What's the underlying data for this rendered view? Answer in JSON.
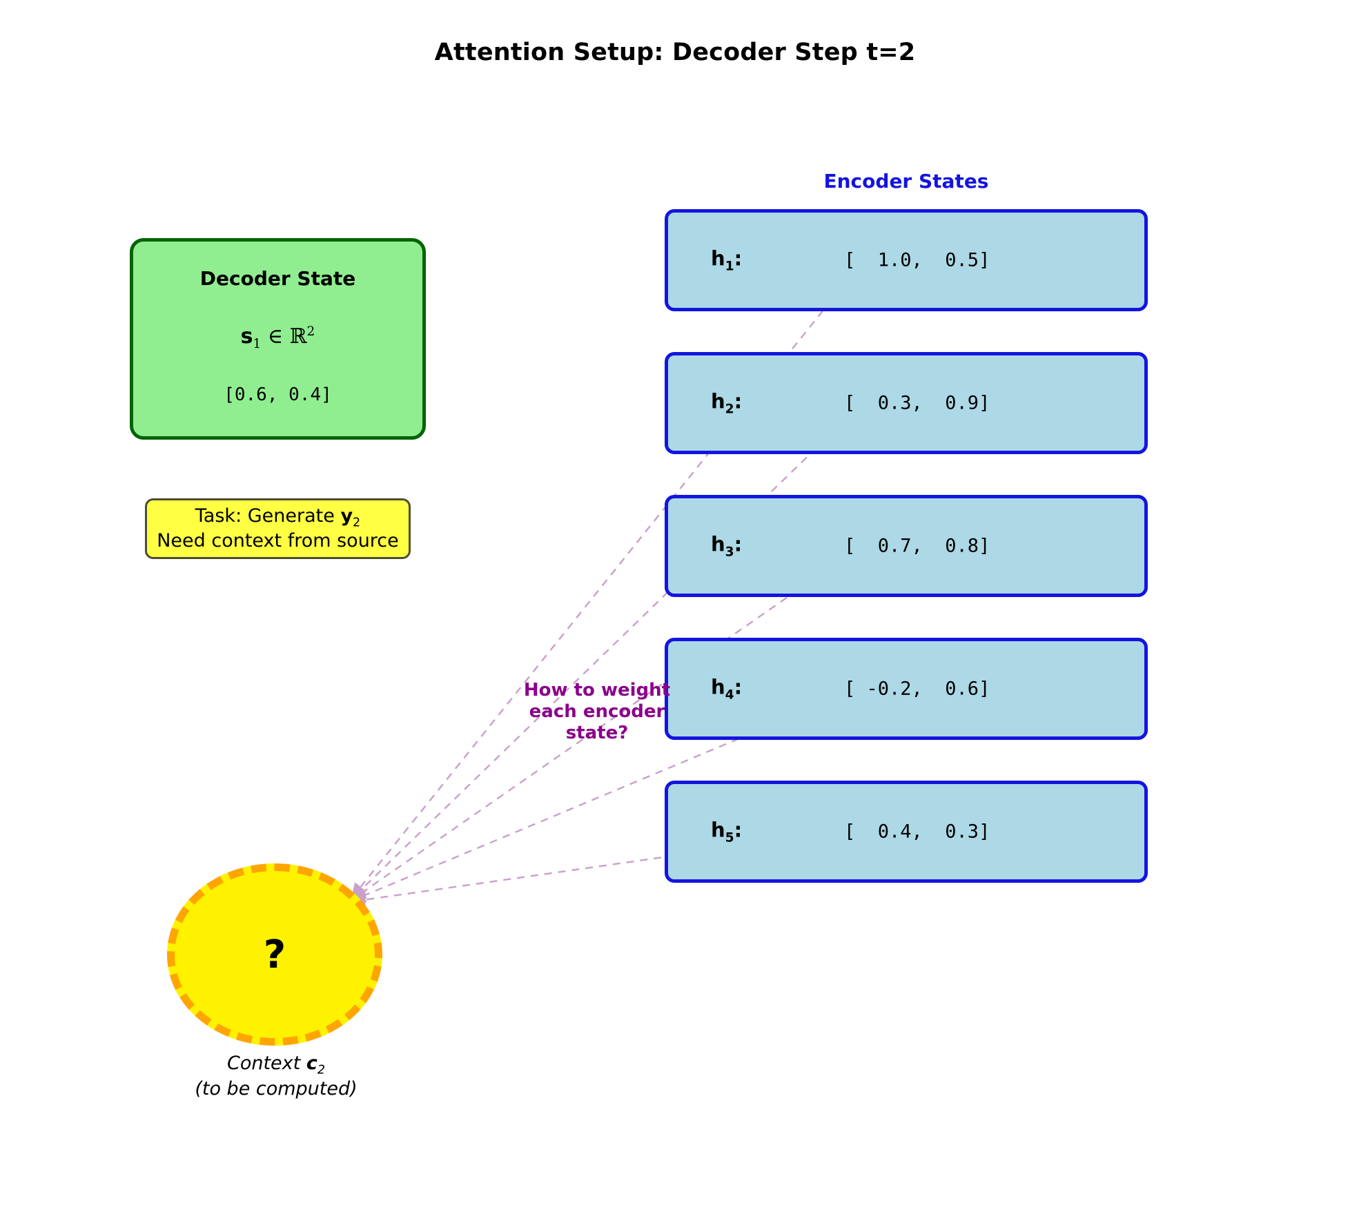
{
  "title": "Attention Setup: Decoder Step t=2",
  "colors": {
    "decoder_fill": "#90EE90",
    "decoder_border": "#006400",
    "encoder_fill": "#ADD8E6",
    "encoder_border": "#1414E0",
    "task_fill": "#FFFF44",
    "task_border": "#4D4D33",
    "context_fill": "#FFF200",
    "context_border": "#FFA500",
    "question_text": "#8B008B",
    "link_line": "#C9A0C9"
  },
  "decoder": {
    "heading": "Decoder State",
    "symbol": "s",
    "symbol_sub": "1",
    "set_member": "∈",
    "space": "ℝ",
    "dim": "2",
    "values": "[0.6, 0.4]"
  },
  "task": {
    "line1_prefix": "Task: Generate ",
    "line1_symbol": "y",
    "line1_sub": "2",
    "line2": "Need context from source"
  },
  "encoder": {
    "heading": "Encoder States",
    "states": [
      {
        "label": "h",
        "sub": "1",
        "colon": ":",
        "value": "[  1.0,  0.5]"
      },
      {
        "label": "h",
        "sub": "2",
        "colon": ":",
        "value": "[  0.3,  0.9]"
      },
      {
        "label": "h",
        "sub": "3",
        "colon": ":",
        "value": "[  0.7,  0.8]"
      },
      {
        "label": "h",
        "sub": "4",
        "colon": ":",
        "value": "[ -0.2,  0.6]"
      },
      {
        "label": "h",
        "sub": "5",
        "colon": ":",
        "value": "[  0.4,  0.3]"
      }
    ]
  },
  "question": {
    "line1": "How to weight",
    "line2": "each encoder state?"
  },
  "context": {
    "glyph": "?",
    "caption_line1_prefix": "Context ",
    "caption_line1_symbol": "c",
    "caption_line1_sub": "2",
    "caption_line2": "(to be computed)"
  },
  "chart_data": {
    "type": "diagram",
    "title": "Attention Setup: Decoder Step t=2",
    "decoder_state_vector": [
      0.6,
      0.4
    ],
    "encoder_state_vectors": [
      [
        1.0,
        0.5
      ],
      [
        0.3,
        0.9
      ],
      [
        0.7,
        0.8
      ],
      [
        -0.2,
        0.6
      ],
      [
        0.4,
        0.3
      ]
    ],
    "encoder_labels": [
      "h1",
      "h2",
      "h3",
      "h4",
      "h5"
    ],
    "context_vector": null,
    "annotations": [
      "How to weight each encoder state?",
      "Context c2 (to be computed)"
    ]
  }
}
